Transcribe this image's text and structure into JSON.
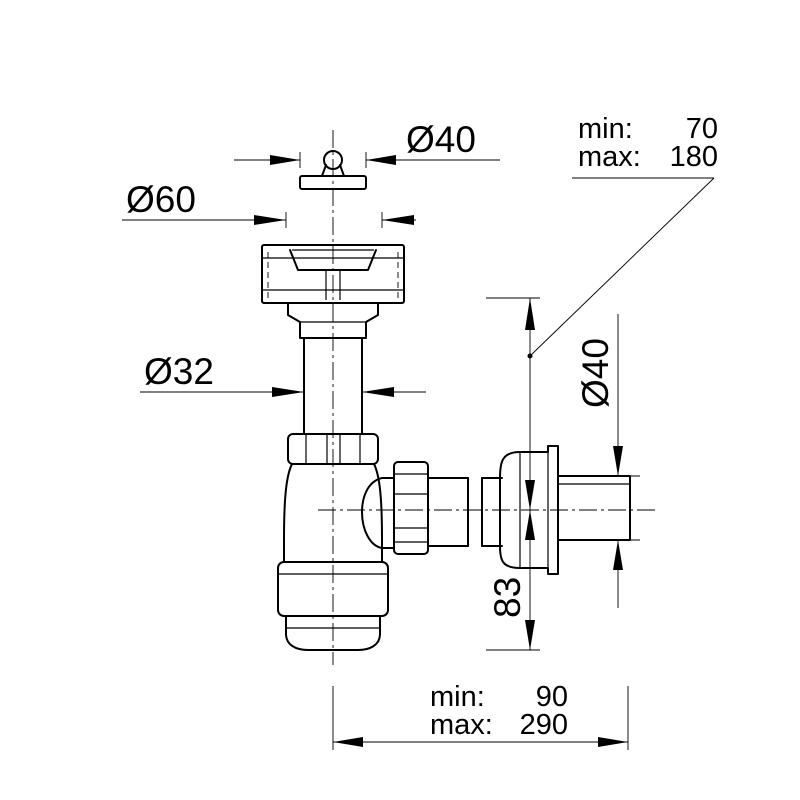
{
  "dimensions": {
    "strainer_diameter": "Ø40",
    "flange_diameter": "Ø60",
    "tailpipe_diameter": "Ø32",
    "outlet_diameter": "Ø40",
    "water_seal_height": "83"
  },
  "adjust_height": {
    "min_label": "min:",
    "min_value": "70",
    "max_label": "max:",
    "max_value": "180"
  },
  "adjust_length": {
    "min_label": "min:",
    "min_value": "90",
    "max_label": "max:",
    "max_value": "290"
  }
}
